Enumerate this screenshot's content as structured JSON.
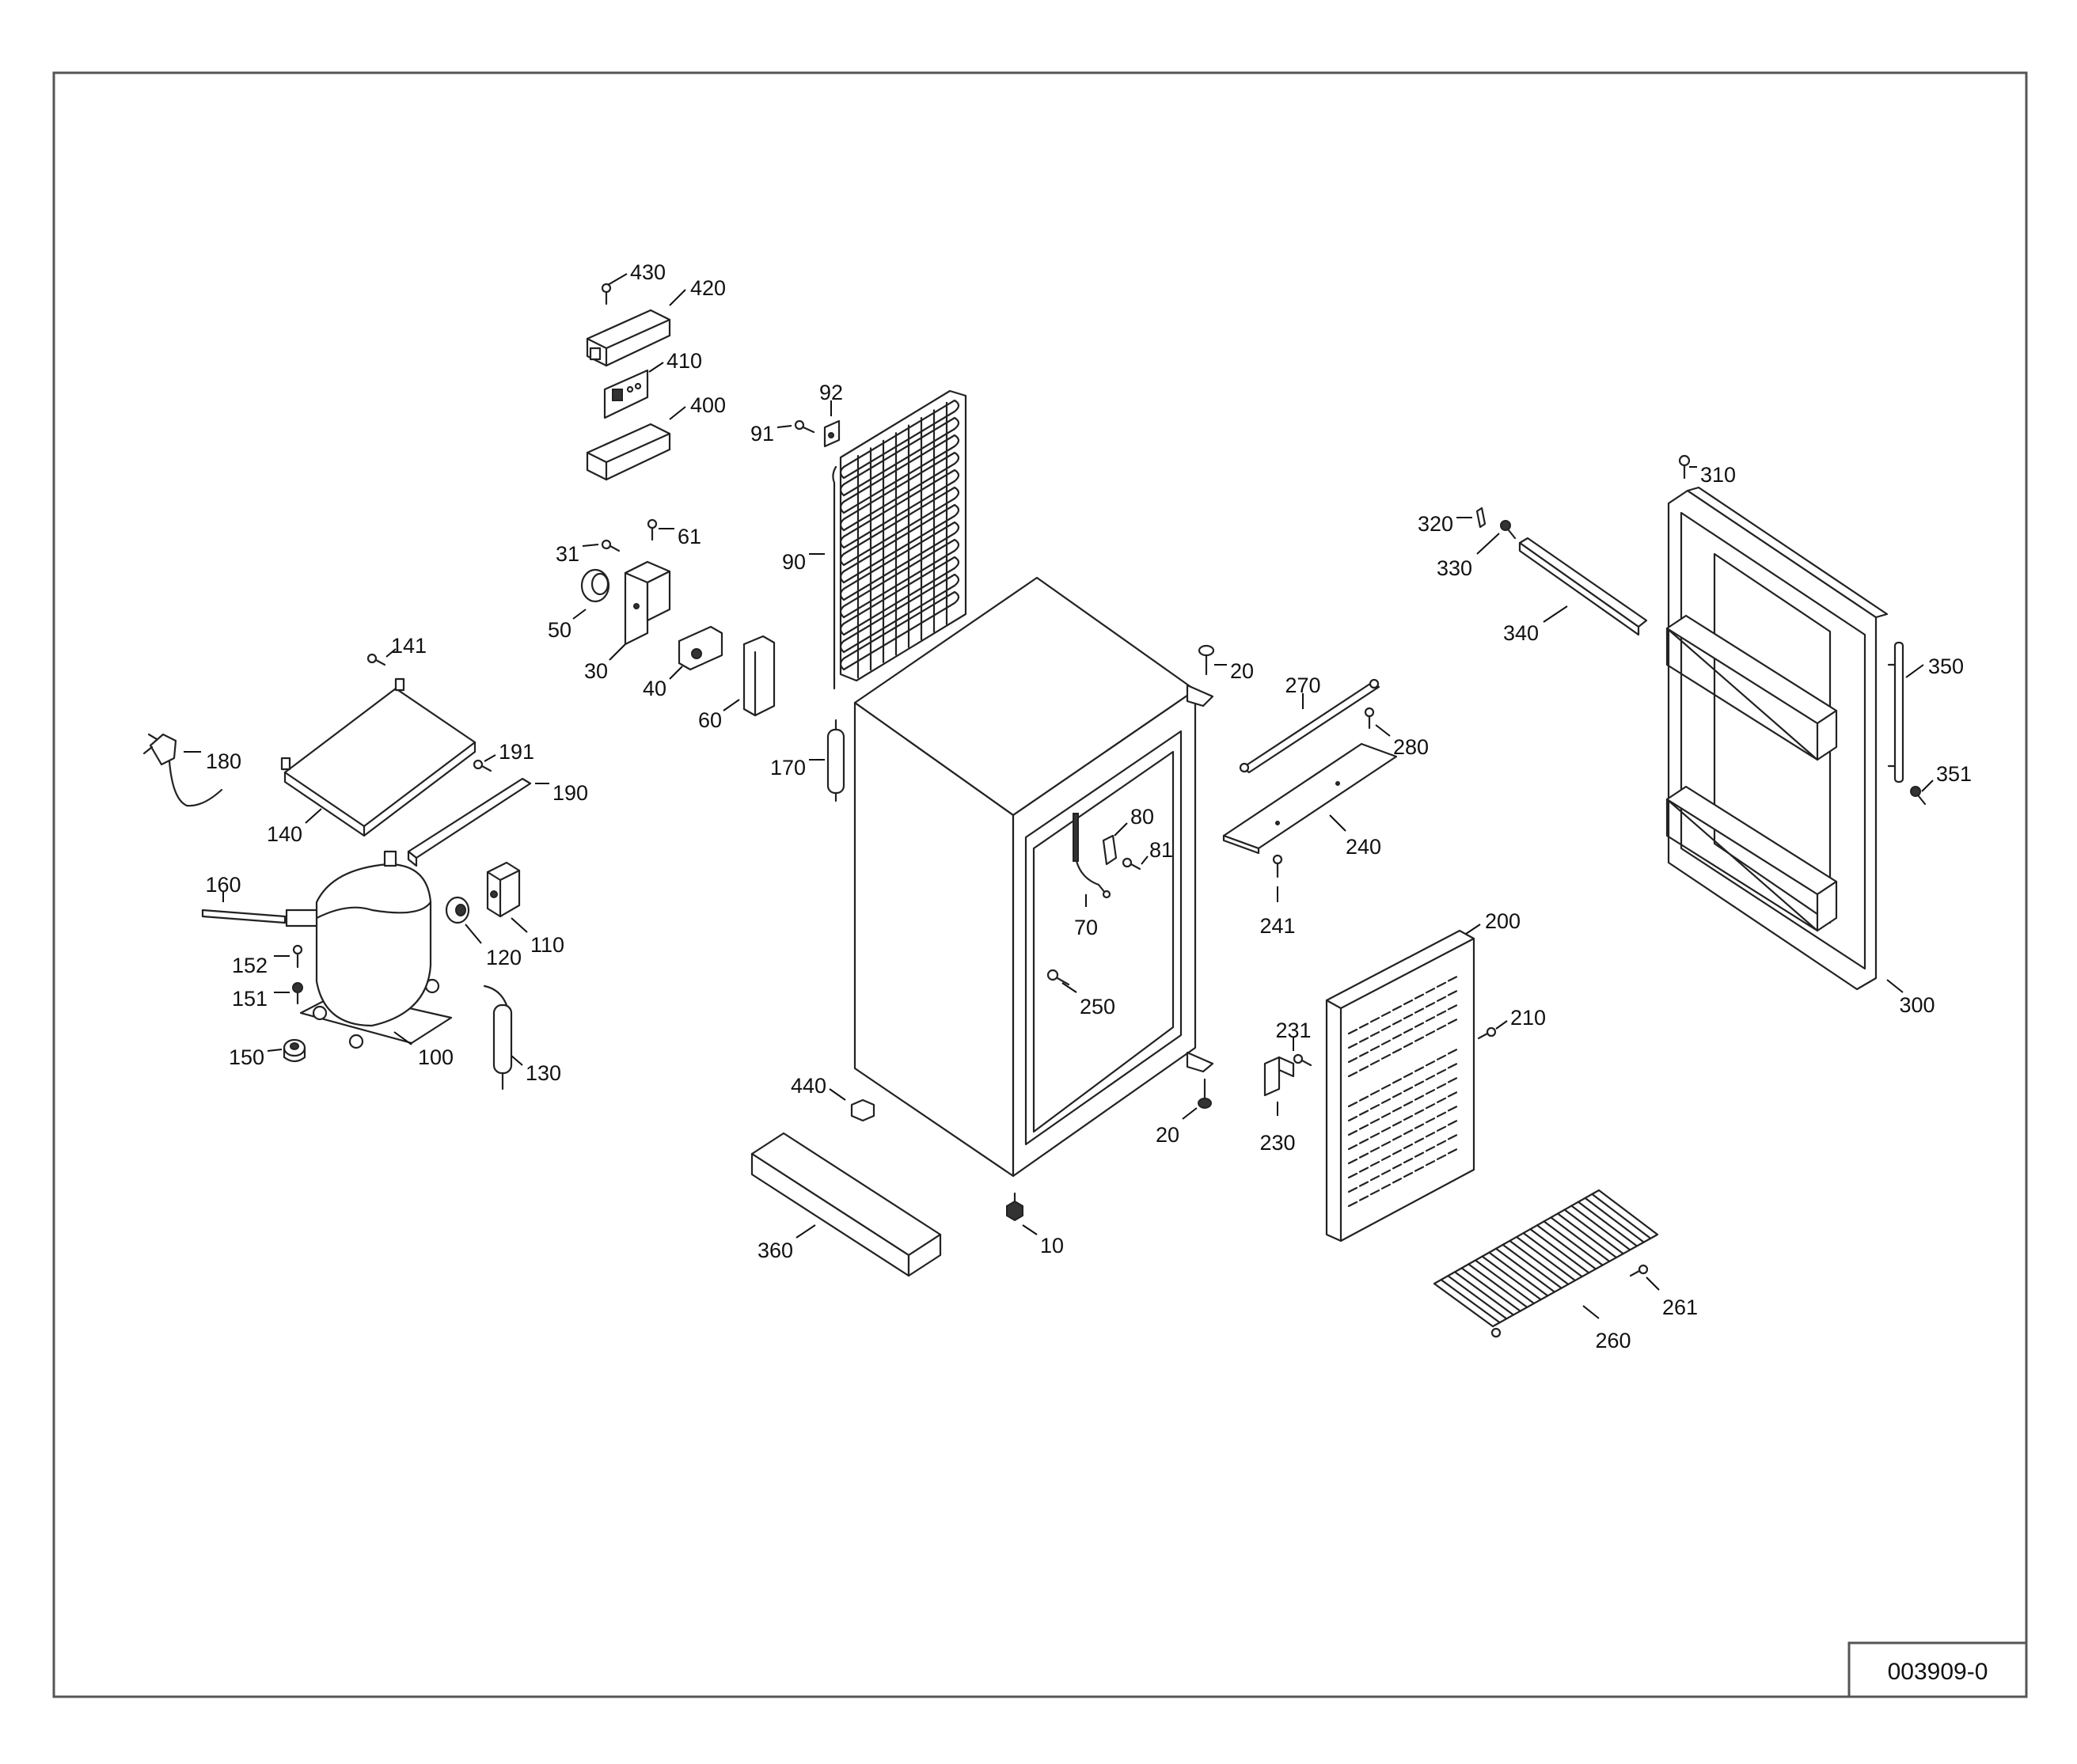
{
  "drawing_code": "003909-0",
  "callouts": [
    {
      "label": "430",
      "part": "screw"
    },
    {
      "label": "420",
      "part": "control-housing-top"
    },
    {
      "label": "410",
      "part": "thermostat-plate"
    },
    {
      "label": "400",
      "part": "control-housing-bottom"
    },
    {
      "label": "92",
      "part": "clip"
    },
    {
      "label": "91",
      "part": "screw"
    },
    {
      "label": "90",
      "part": "condenser"
    },
    {
      "label": "31",
      "part": "screw"
    },
    {
      "label": "61",
      "part": "screw"
    },
    {
      "label": "50",
      "part": "knob"
    },
    {
      "label": "30",
      "part": "bracket"
    },
    {
      "label": "40",
      "part": "thermostat"
    },
    {
      "label": "60",
      "part": "cover"
    },
    {
      "label": "141",
      "part": "screw"
    },
    {
      "label": "180",
      "part": "power-cord"
    },
    {
      "label": "191",
      "part": "screw"
    },
    {
      "label": "190",
      "part": "rail"
    },
    {
      "label": "140",
      "part": "drip-tray"
    },
    {
      "label": "160",
      "part": "tube"
    },
    {
      "label": "152",
      "part": "screw"
    },
    {
      "label": "151",
      "part": "screw"
    },
    {
      "label": "150",
      "part": "rubber-foot"
    },
    {
      "label": "100",
      "part": "compressor"
    },
    {
      "label": "120",
      "part": "relay"
    },
    {
      "label": "110",
      "part": "starter"
    },
    {
      "label": "130",
      "part": "filter-dryer"
    },
    {
      "label": "170",
      "part": "filter"
    },
    {
      "label": "20",
      "part": "hinge-pin-top"
    },
    {
      "label": "270",
      "part": "hinge-bar"
    },
    {
      "label": "280",
      "part": "screw"
    },
    {
      "label": "240",
      "part": "hinge-plate"
    },
    {
      "label": "241",
      "part": "screw"
    },
    {
      "label": "80",
      "part": "sensor-holder"
    },
    {
      "label": "81",
      "part": "screw"
    },
    {
      "label": "70",
      "part": "sensor"
    },
    {
      "label": "250",
      "part": "screw"
    },
    {
      "label": "440",
      "part": "foot"
    },
    {
      "label": "20",
      "part": "hinge-pin-bottom"
    },
    {
      "label": "360",
      "part": "base-block"
    },
    {
      "label": "10",
      "part": "adjustable-foot"
    },
    {
      "label": "200",
      "part": "back-grille"
    },
    {
      "label": "210",
      "part": "screw"
    },
    {
      "label": "231",
      "part": "screw"
    },
    {
      "label": "230",
      "part": "bracket"
    },
    {
      "label": "260",
      "part": "wire-shelf"
    },
    {
      "label": "261",
      "part": "screw"
    },
    {
      "label": "310",
      "part": "screw"
    },
    {
      "label": "320",
      "part": "hinge"
    },
    {
      "label": "330",
      "part": "screw"
    },
    {
      "label": "340",
      "part": "handle-strip"
    },
    {
      "label": "350",
      "part": "door-handle"
    },
    {
      "label": "351",
      "part": "screw"
    },
    {
      "label": "300",
      "part": "door"
    }
  ]
}
